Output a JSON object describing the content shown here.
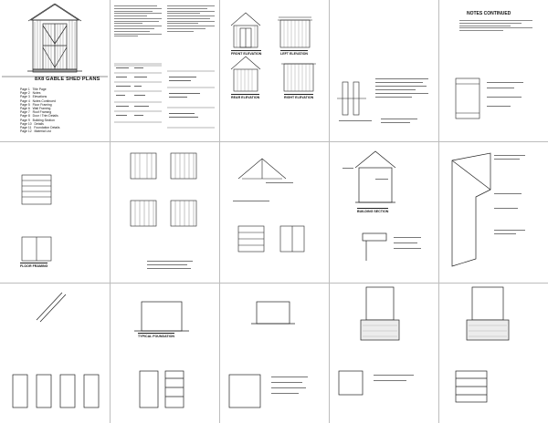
{
  "document": {
    "title": "8X8 GABLE SHED PLANS",
    "continued_heading": "NOTES CONTINUED",
    "sheet_index": [
      {
        "page": "Page 1",
        "text": "Title Page"
      },
      {
        "page": "Page 2",
        "text": "Notes"
      },
      {
        "page": "Page 3",
        "text": "Elevations"
      },
      {
        "page": "Page 4",
        "text": "Notes Continued"
      },
      {
        "page": "Page 5",
        "text": "Floor Framing"
      },
      {
        "page": "Page 6",
        "text": "Wall Framing"
      },
      {
        "page": "Page 7",
        "text": "Roof Framing"
      },
      {
        "page": "Page 8",
        "text": "Door / Trim Details"
      },
      {
        "page": "Page 9",
        "text": "Building Section"
      },
      {
        "page": "Page 10",
        "text": "Details"
      },
      {
        "page": "Page 11",
        "text": "Foundation Details"
      },
      {
        "page": "Page 12",
        "text": "Material List"
      }
    ],
    "captions": {
      "floor_framing": "FLOOR FRAMING",
      "building_section": "BUILDING SECTION",
      "front_elevation": "FRONT ELEVATION",
      "left_elevation": "LEFT ELEVATION",
      "right_elevation": "RIGHT ELEVATION",
      "rear_elevation": "REAR ELEVATION",
      "typical_foundation": "TYPICAL FOUNDATION"
    }
  }
}
